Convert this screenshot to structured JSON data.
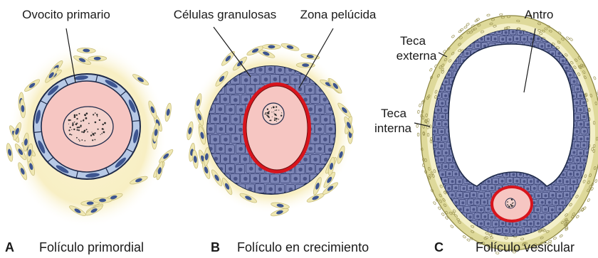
{
  "panels": [
    {
      "letter": "A",
      "caption": "Folículo primordial",
      "labels": [
        "Ovocito primario"
      ]
    },
    {
      "letter": "B",
      "caption": "Folículo en crecimiento",
      "labels": [
        "Células granulosas",
        "Zona pelúcida"
      ]
    },
    {
      "letter": "C",
      "caption": "Folículo vesicular",
      "labels": [
        "Antro",
        "Teca",
        "externa",
        "Teca",
        "interna"
      ]
    }
  ],
  "colors": {
    "stroma": "#f7f0c4",
    "stroma_cell": "#3d5590",
    "granulosa": "#7d86b6",
    "granulosa_dark": "#4a5386",
    "oocyte": "#f6c6c2",
    "zona_pellucida": "#d8141c",
    "follicle_flat_cells": "#b7c9e6",
    "theca_externa": "#ded99a",
    "theca_interna": "#f3efc8"
  }
}
